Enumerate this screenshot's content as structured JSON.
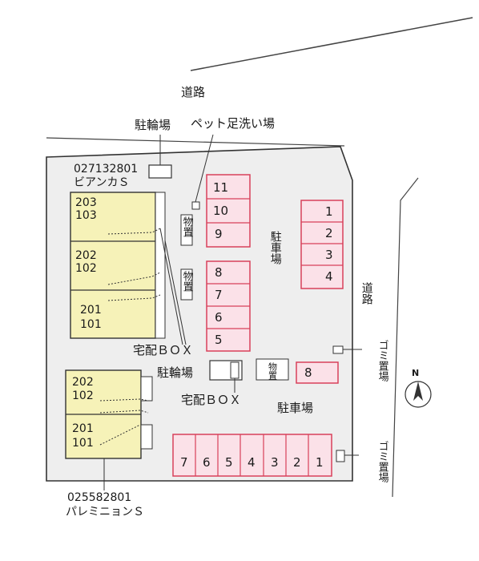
{
  "title_road_top": "道路",
  "title_road_right": "道路",
  "bicycle_parking_top": "駐輪場",
  "pet_foot_wash": "ペット足洗い場",
  "building_north": {
    "code": "027132801",
    "name": "ビアンカＳ",
    "units": [
      {
        "top": "203",
        "bottom": "103"
      },
      {
        "top": "202",
        "bottom": "102"
      },
      {
        "top": "201",
        "bottom": "101"
      }
    ]
  },
  "building_south": {
    "code": "025582801",
    "name": "パレミニョンＳ",
    "units": [
      {
        "top": "202",
        "bottom": "102"
      },
      {
        "top": "201",
        "bottom": "101"
      }
    ]
  },
  "storage_label": "物置",
  "parking_label": "駐車場",
  "delivery_box_label": "宅配ＢＯＸ",
  "bicycle_parking_mid": "駐輪場",
  "garbage_label": "ゴミ置場",
  "north_label": "N",
  "parking_center": [
    "11",
    "10",
    "9",
    "8",
    "7",
    "6",
    "5"
  ],
  "parking_right": [
    "1",
    "2",
    "3",
    "4"
  ],
  "parking_extra": "8",
  "parking_bottom": [
    "7",
    "6",
    "5",
    "4",
    "3",
    "2",
    "1"
  ],
  "colors": {
    "building_fill": "#f6f2b8",
    "parking_fill": "#fbe1e8",
    "parking_stroke": "#d8405a",
    "lot_fill": "#eeeeee",
    "outline": "#333333"
  }
}
